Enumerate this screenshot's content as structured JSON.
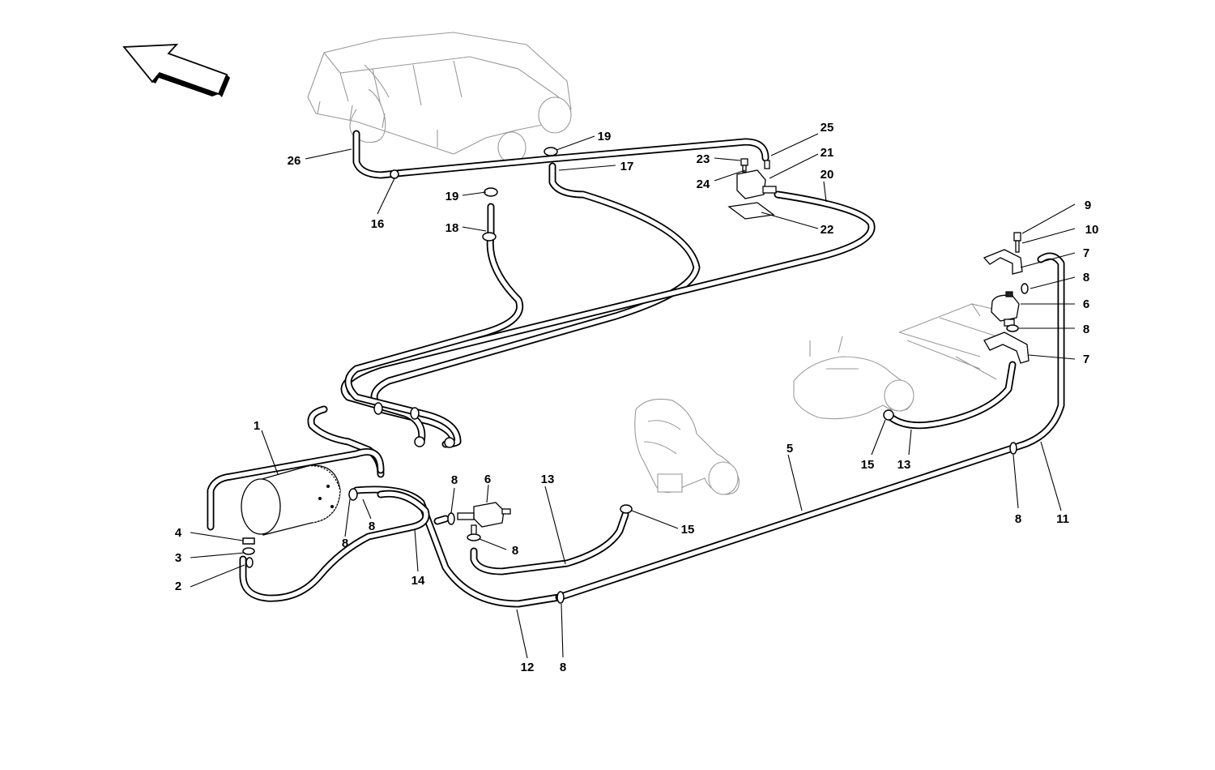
{
  "callouts": {
    "c1": "1",
    "c2": "2",
    "c3": "3",
    "c4": "4",
    "c5": "5",
    "c6a": "6",
    "c6b": "6",
    "c7a": "7",
    "c7b": "7",
    "c8a": "8",
    "c8b": "8",
    "c8c": "8",
    "c8d": "8",
    "c8e": "8",
    "c8f": "8",
    "c8g": "8",
    "c8h": "8",
    "c9": "9",
    "c10": "10",
    "c11": "11",
    "c12": "12",
    "c13a": "13",
    "c13b": "13",
    "c14": "14",
    "c15a": "15",
    "c15b": "15",
    "c16": "16",
    "c17": "17",
    "c18": "18",
    "c19a": "19",
    "c19b": "19",
    "c20": "20",
    "c21": "21",
    "c22": "22",
    "c23": "23",
    "c24": "24",
    "c25": "25",
    "c26": "26"
  },
  "icons": {
    "direction": "arrow-icon"
  }
}
